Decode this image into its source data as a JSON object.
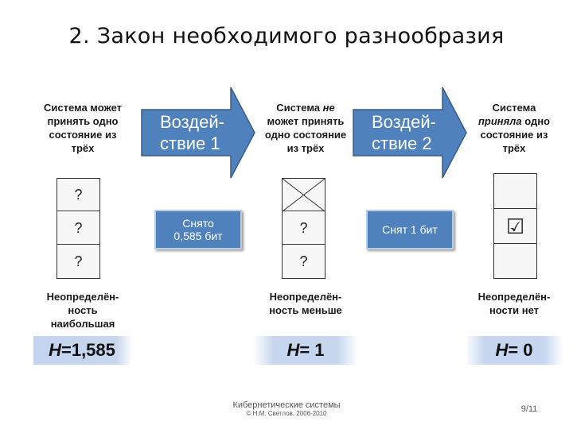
{
  "slide": {
    "title": "2. Закон необходимого разнообразия",
    "footer_line1": "Кибернетические системы",
    "footer_line2": "© Н.М. Светлов, 2006-2010",
    "page_number": "9/11"
  },
  "states": [
    {
      "caption_lines": [
        "Система может",
        "принять одно",
        "состояние из",
        "трёх"
      ],
      "cells": [
        "?",
        "?",
        "?"
      ],
      "uncertainty_lines": [
        "Неопределён-",
        "ность",
        "наибольшая"
      ],
      "h_var": "H",
      "h_value": "=1,585"
    },
    {
      "caption_line1_pre": "Система ",
      "caption_line1_em": "не",
      "caption_lines_rest": [
        "может принять",
        "одно состояние",
        "из трёх"
      ],
      "cells": [
        "",
        "?",
        "?"
      ],
      "uncertainty_lines": [
        "Неопределён-",
        "ность меньше"
      ],
      "h_var": "H",
      "h_value": " = 1"
    },
    {
      "caption_line1": "Система",
      "caption_line2_em": "приняла",
      "caption_line2_post": " одно",
      "caption_lines_rest": [
        "состояние из",
        "трёх"
      ],
      "cells": [
        "",
        "☑",
        ""
      ],
      "uncertainty_lines": [
        "Неопределён-",
        "ности нет"
      ],
      "h_var": "H",
      "h_value": " = 0"
    }
  ],
  "arrows": [
    {
      "lines": [
        "Воздей-",
        "ствие 1"
      ]
    },
    {
      "lines": [
        "Воздей-",
        "ствие 2"
      ]
    }
  ],
  "bits_removed": [
    {
      "lines": [
        "Снято",
        "0,585 бит"
      ]
    },
    {
      "lines": [
        "Снят 1 бит"
      ]
    }
  ],
  "colors": {
    "arrow_fill": "#4f81bd",
    "arrow_stroke": "#385d8a",
    "h_band": "#c6d6ee"
  }
}
